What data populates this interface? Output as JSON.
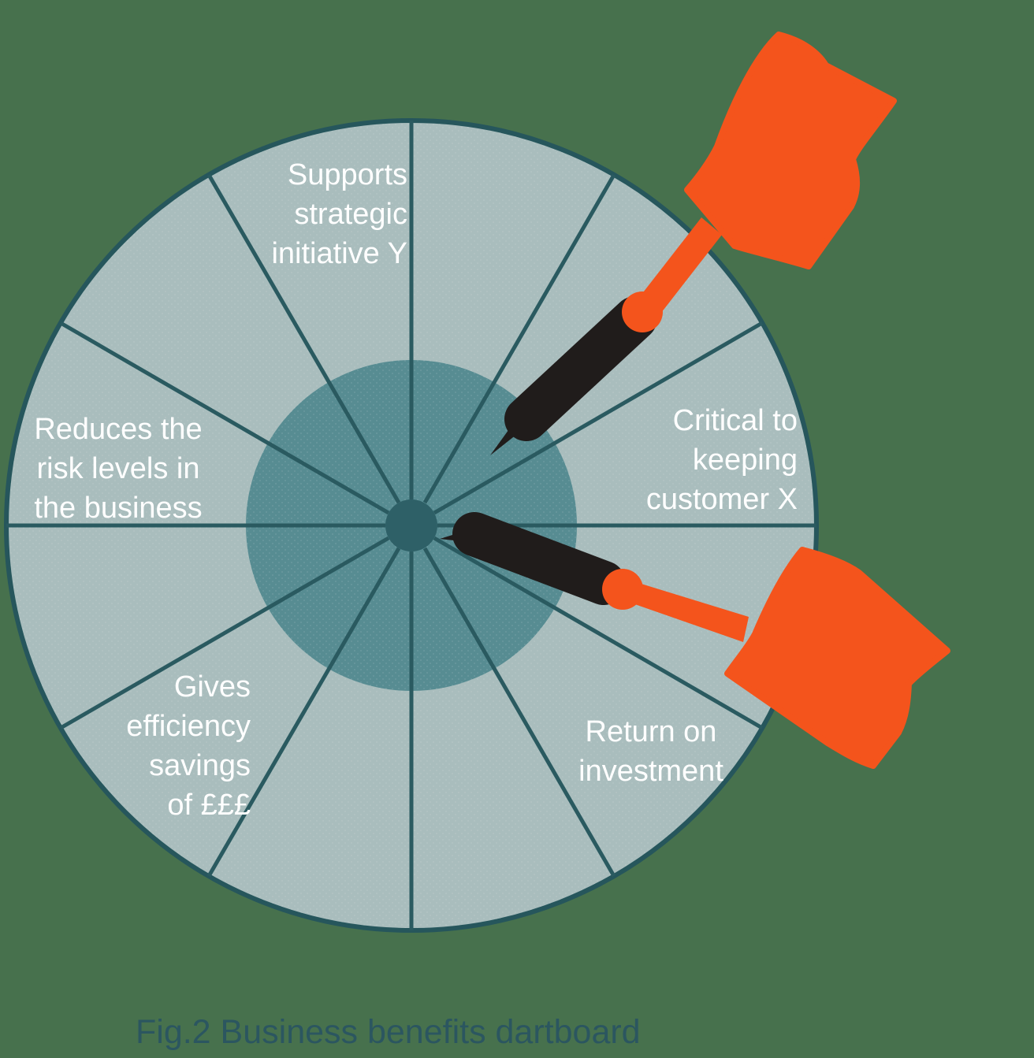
{
  "figure": {
    "caption": "Fig.2 Business benefits dartboard"
  },
  "dartboard": {
    "segment_count": 12,
    "labels": {
      "supports": "Supports\nstrategic\ninitiative Y",
      "critical": "Critical to\nkeeping\ncustomer X",
      "reduces": "Reduces the\nrisk levels in\nthe business",
      "gives": "Gives\nefficiency\nsavings\nof £££",
      "return": "Return on\ninvestment"
    },
    "darts": [
      {
        "name": "dart-upper",
        "position": "upper-right, tip in inner ring"
      },
      {
        "name": "dart-lower",
        "position": "lower-right, tip near bullseye"
      }
    ]
  },
  "colors": {
    "background": "#47714d",
    "board_outer_ring": "#a9bdbd",
    "board_inner_disc": "#578c92",
    "board_lines": "#26565c",
    "bullseye": "#2e6067",
    "segment_label_text": "#ffffff",
    "caption_text": "#2b5660",
    "dart_flight_orange": "#f4541c",
    "dart_barrel_black": "#201c1b"
  }
}
